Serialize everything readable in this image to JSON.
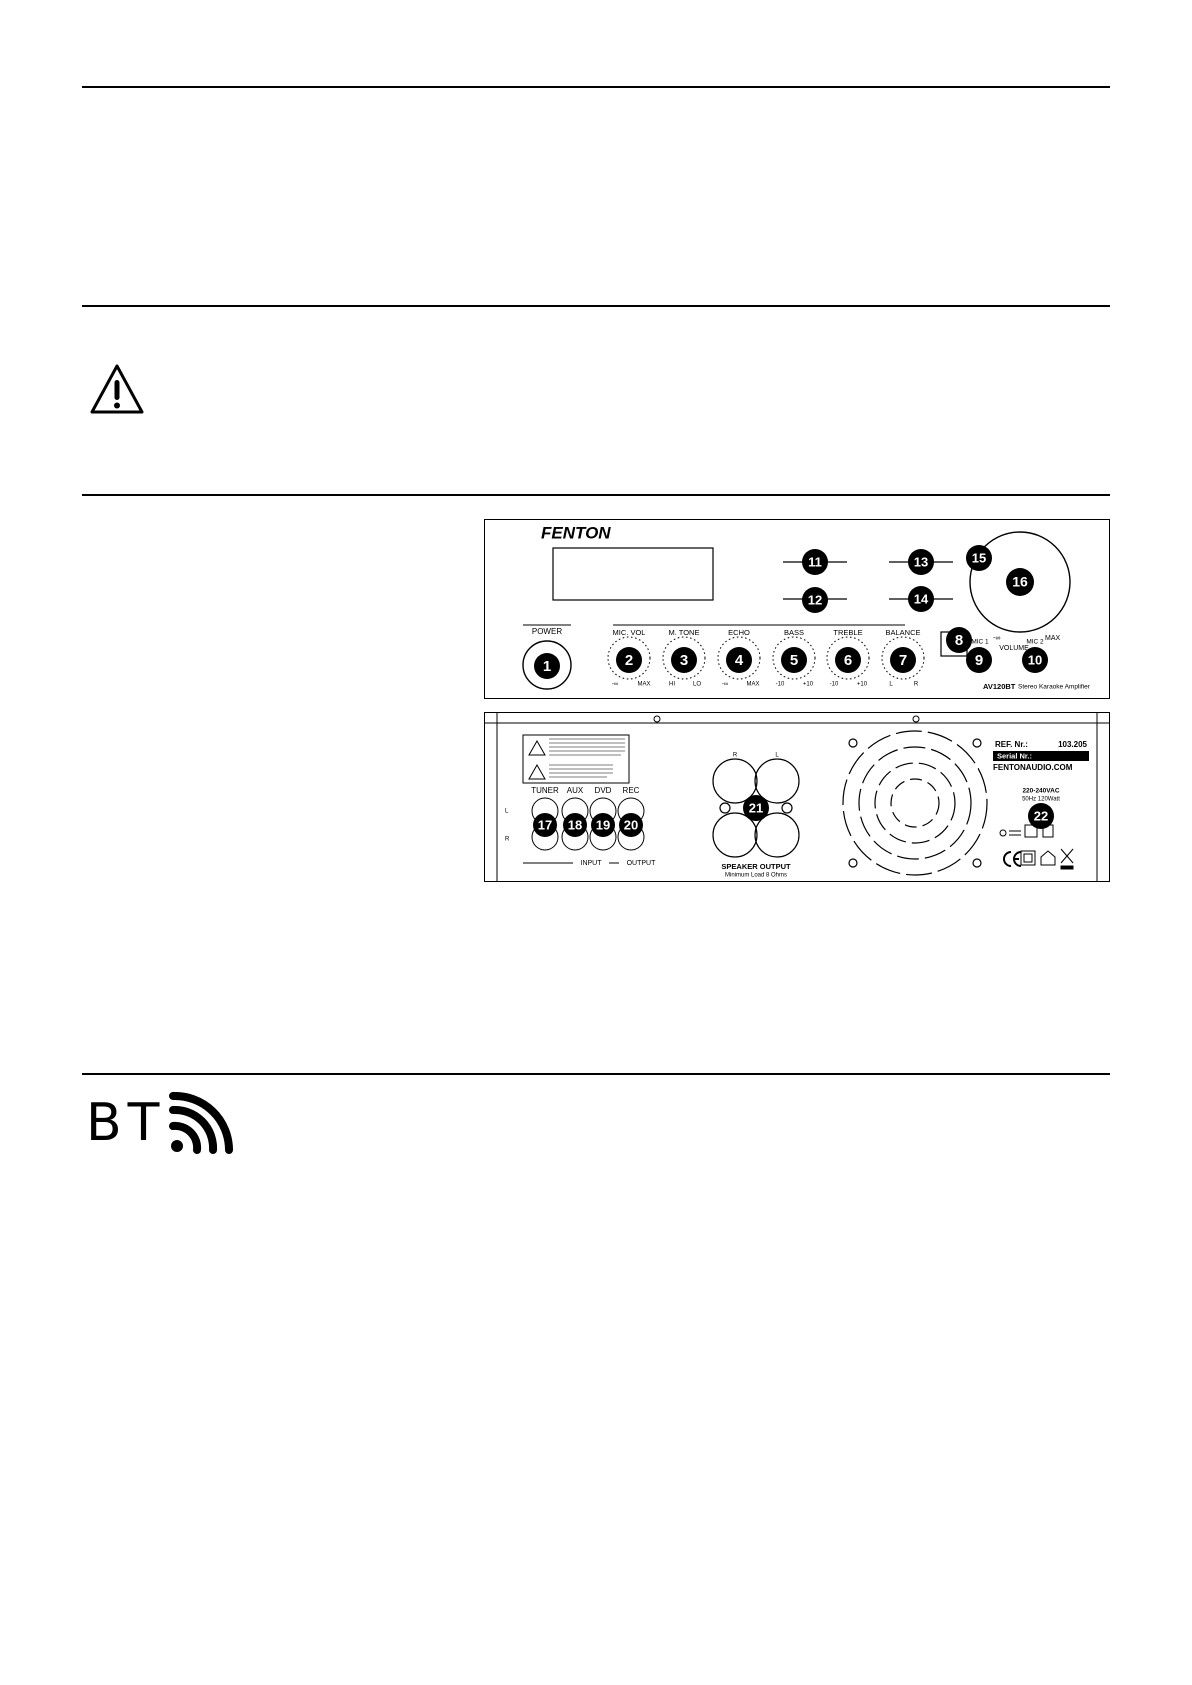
{
  "front_panel": {
    "brand": "FENTON",
    "knob_labels": [
      "POWER",
      "MIC. VOL",
      "M. TONE",
      "ECHO",
      "BASS",
      "TREBLE",
      "BALANCE"
    ],
    "scale_labels": {
      "mic_vol": [
        "-∞",
        "MAX"
      ],
      "m_tone": [
        "HI",
        "LO"
      ],
      "echo": [
        "-∞",
        "MAX"
      ],
      "bass": [
        "-10",
        "+10"
      ],
      "treble": [
        "-10",
        "+10"
      ],
      "balance": [
        "L",
        "R"
      ]
    },
    "mic_labels": [
      "MIC 1",
      "MIC 2"
    ],
    "volume_label": "VOLUME",
    "volume_scale": [
      "-∞",
      "MAX"
    ],
    "model": "AV120BT",
    "model_desc": "Stereo Karaoke Amplifier",
    "callouts": [
      "1",
      "2",
      "3",
      "4",
      "5",
      "6",
      "7",
      "8",
      "9",
      "10",
      "11",
      "12",
      "13",
      "14",
      "15",
      "16"
    ]
  },
  "rear_panel": {
    "input_labels": [
      "TUNER",
      "AUX",
      "DVD",
      "REC"
    ],
    "lr_labels": [
      "L",
      "R"
    ],
    "input_label": "INPUT",
    "output_label": "OUTPUT",
    "speaker_lr": [
      "R",
      "L"
    ],
    "speaker_output": "SPEAKER OUTPUT",
    "speaker_min_load": "Minimum Load 8 Ohms",
    "ref_label": "REF. Nr.:",
    "ref_value": "103.205",
    "serial_label": "Serial Nr.:",
    "website": "FENTONAUDIO.COM",
    "power_spec_1": "220-240VAC",
    "power_spec_2": "50Hz 120Watt",
    "callouts": [
      "17",
      "18",
      "19",
      "20",
      "21",
      "22"
    ]
  }
}
